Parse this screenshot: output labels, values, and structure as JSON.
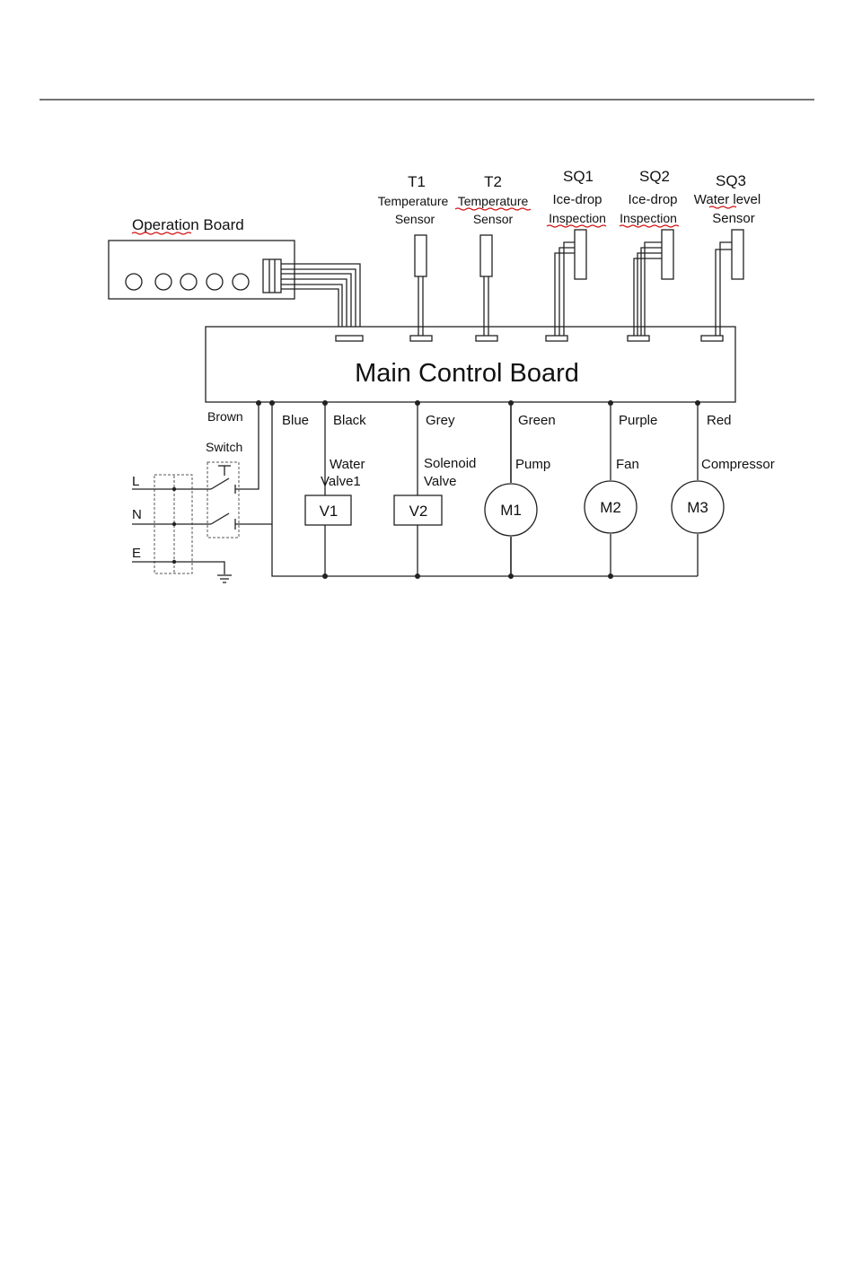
{
  "diagram": {
    "operation_board": {
      "label": "Operation Board"
    },
    "main_board": {
      "label": "Main Control Board"
    },
    "sensors": [
      {
        "code": "T1",
        "line1": "Temperature",
        "line2": "Sensor"
      },
      {
        "code": "T2",
        "line1": "Temperature",
        "line2": "Sensor"
      },
      {
        "code": "SQ1",
        "line1": "Ice-drop",
        "line2": "Inspection"
      },
      {
        "code": "SQ2",
        "line1": "Ice-drop",
        "line2": "Inspection"
      },
      {
        "code": "SQ3",
        "line1": "Water level",
        "line2": "Sensor"
      }
    ],
    "wires": [
      "Brown",
      "Blue",
      "Black",
      "Grey",
      "Green",
      "Purple",
      "Red"
    ],
    "switch": {
      "label": "Switch"
    },
    "terminals": [
      "L",
      "N",
      "E"
    ],
    "loads": [
      {
        "code": "V1",
        "line1": "Water",
        "line2": "Valve1"
      },
      {
        "code": "V2",
        "line1": "Solenoid",
        "line2": "Valve"
      },
      {
        "code": "M1",
        "line1": "Pump",
        "line2": ""
      },
      {
        "code": "M2",
        "line1": "Fan",
        "line2": ""
      },
      {
        "code": "M3",
        "line1": "Compressor",
        "line2": ""
      }
    ]
  }
}
